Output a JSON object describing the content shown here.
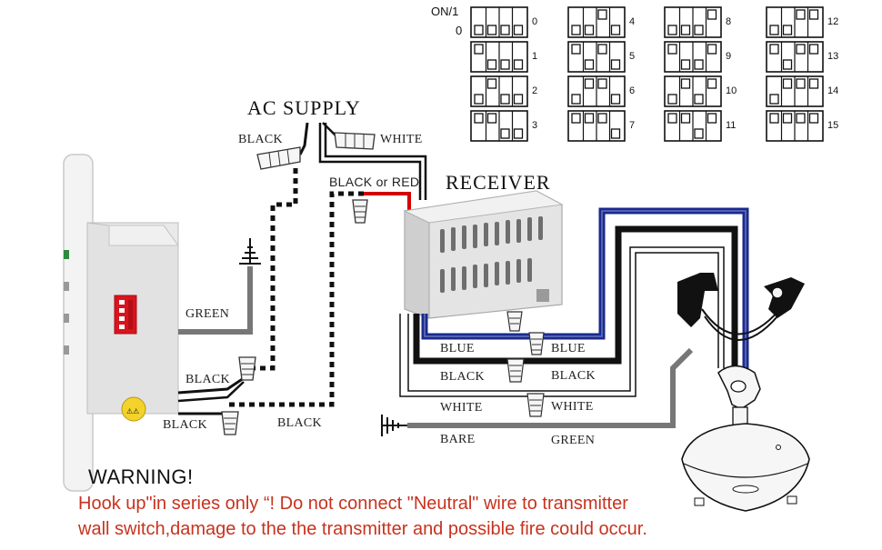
{
  "labels": {
    "ac_supply": "AC SUPPLY",
    "supply_black": "BLACK",
    "supply_white": "WHITE",
    "black_or_red": "BLACK or RED",
    "receiver": "RECEIVER",
    "switch_green": "GREEN",
    "switch_black_upper": "BLACK",
    "switch_black_lower": "BLACK",
    "loop_black": "BLACK",
    "receiver_blue": "BLUE",
    "receiver_black": "BLACK",
    "receiver_white": "WHITE",
    "receiver_bare": "BARE",
    "fan_blue": "BLUE",
    "fan_black": "BLACK",
    "fan_white": "WHITE",
    "fan_green": "GREEN"
  },
  "dip_table": {
    "on_label": "ON/1",
    "off_label": "0",
    "settings": [
      {
        "num": "0",
        "bits": [
          0,
          0,
          0,
          0
        ]
      },
      {
        "num": "1",
        "bits": [
          1,
          0,
          0,
          0
        ]
      },
      {
        "num": "2",
        "bits": [
          0,
          1,
          0,
          0
        ]
      },
      {
        "num": "3",
        "bits": [
          1,
          1,
          0,
          0
        ]
      },
      {
        "num": "4",
        "bits": [
          0,
          0,
          1,
          0
        ]
      },
      {
        "num": "5",
        "bits": [
          1,
          0,
          1,
          0
        ]
      },
      {
        "num": "6",
        "bits": [
          0,
          1,
          1,
          0
        ]
      },
      {
        "num": "7",
        "bits": [
          1,
          1,
          1,
          0
        ]
      },
      {
        "num": "8",
        "bits": [
          0,
          0,
          0,
          1
        ]
      },
      {
        "num": "9",
        "bits": [
          1,
          0,
          0,
          1
        ]
      },
      {
        "num": "10",
        "bits": [
          0,
          1,
          0,
          1
        ]
      },
      {
        "num": "11",
        "bits": [
          1,
          1,
          0,
          1
        ]
      },
      {
        "num": "12",
        "bits": [
          0,
          0,
          1,
          1
        ]
      },
      {
        "num": "13",
        "bits": [
          1,
          0,
          1,
          1
        ]
      },
      {
        "num": "14",
        "bits": [
          0,
          1,
          1,
          1
        ]
      },
      {
        "num": "15",
        "bits": [
          1,
          1,
          1,
          1
        ]
      }
    ]
  },
  "warning": {
    "title": "WARNING!",
    "line1": "Hook up\"in series only  “! Do not connect \"Neutral\" wire to transmitter",
    "line2": "wall switch,damage to the the transmitter and possible fire could occur."
  },
  "colors": {
    "wire_blue": "#1a2a8f",
    "wire_black": "#111111",
    "wire_red": "#d40000",
    "wire_gray": "#777777",
    "dip_red": "#d8141c",
    "warning_red": "#c8321e"
  }
}
